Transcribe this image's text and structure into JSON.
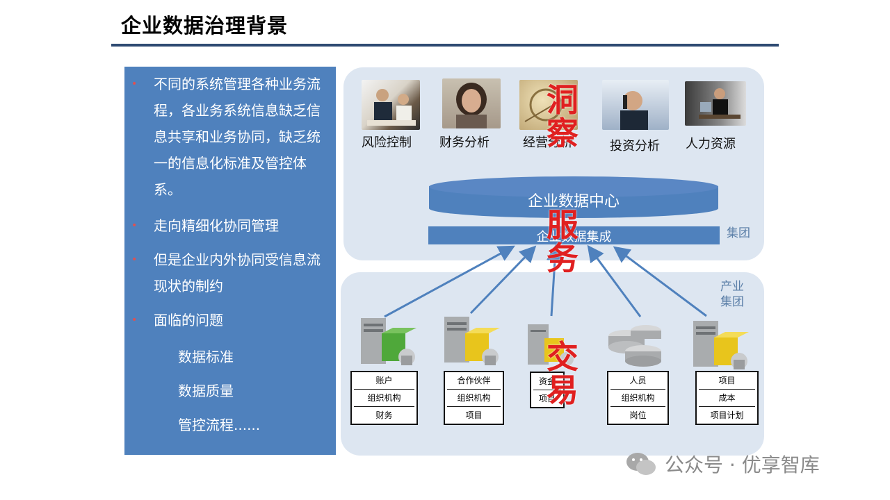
{
  "title": "企业数据治理背景",
  "left_panel": {
    "bullets": [
      "不同的系统管理各种业务流程，各业务系统信息缺乏信息共享和业务协同，缺乏统一的信息化标准及管控体系。",
      "走向精细化协同管理",
      "但是企业内外协同受信息流现状的制约",
      "面临的问题"
    ],
    "sub_items": [
      "数据标准",
      "数据质量",
      "管控流程......"
    ]
  },
  "top_section": {
    "photos": [
      {
        "label": "风险控制",
        "icon": "meeting-photo-icon"
      },
      {
        "label": "财务分析",
        "icon": "woman-portrait-icon"
      },
      {
        "label": "经营分析",
        "icon": "analysis-document-icon"
      },
      {
        "label": "投资分析",
        "icon": "phone-call-photo-icon"
      },
      {
        "label": "人力资源",
        "icon": "office-desk-photo-icon"
      }
    ],
    "data_center": "企业数据中心",
    "integration": "企业数据集成",
    "group_label": "集团"
  },
  "bottom_section": {
    "group_label": "产业集团",
    "systems": [
      {
        "cells": [
          "账户",
          "组织机构",
          "财务"
        ]
      },
      {
        "cells": [
          "合作伙伴",
          "组织机构",
          "项目"
        ]
      },
      {
        "cells": [
          "资金",
          "项目"
        ]
      },
      {
        "cells": [
          "人员",
          "组织机构",
          "岗位"
        ]
      },
      {
        "cells": [
          "项目",
          "成本",
          "项目计划"
        ]
      }
    ]
  },
  "overlays": [
    "洞察",
    "服务",
    "交易"
  ],
  "watermark": "公众号 · 优享智库",
  "colors": {
    "panel_blue": "#4f81bd",
    "title_rule": "#2e4a72",
    "light_panel": "#dde6f1",
    "overlay_red": "#e02020",
    "bullet_red": "#e05050"
  }
}
